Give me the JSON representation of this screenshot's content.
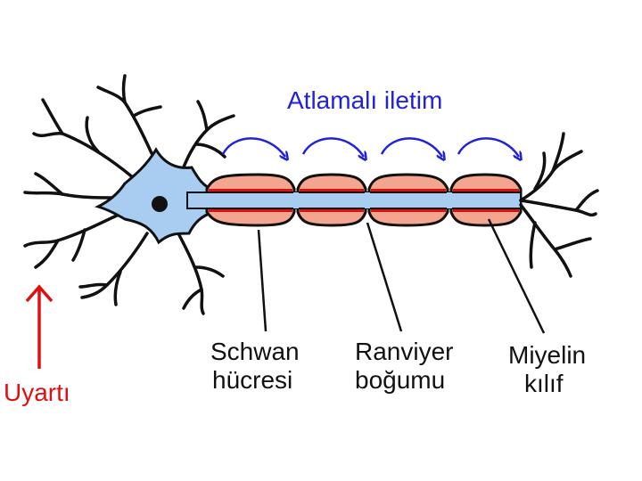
{
  "title": "Atlamalı iletim",
  "stimulus_label": "Uyartı",
  "labels": {
    "schwann_line1": "Schwan",
    "schwann_line2": "hücresi",
    "ranvier_line1": "Ranviyer",
    "ranvier_line2": "boğumu",
    "myelin_line1": "Miyelin",
    "myelin_line2": "kılıf"
  },
  "colors": {
    "title": "#2222dd",
    "stimulus": "#e01010",
    "cell_body": "#a8cdf0",
    "myelin": "#f4a590",
    "myelin_stripe": "#dd1010",
    "outline": "#111111",
    "arrows": "#2222dd"
  }
}
